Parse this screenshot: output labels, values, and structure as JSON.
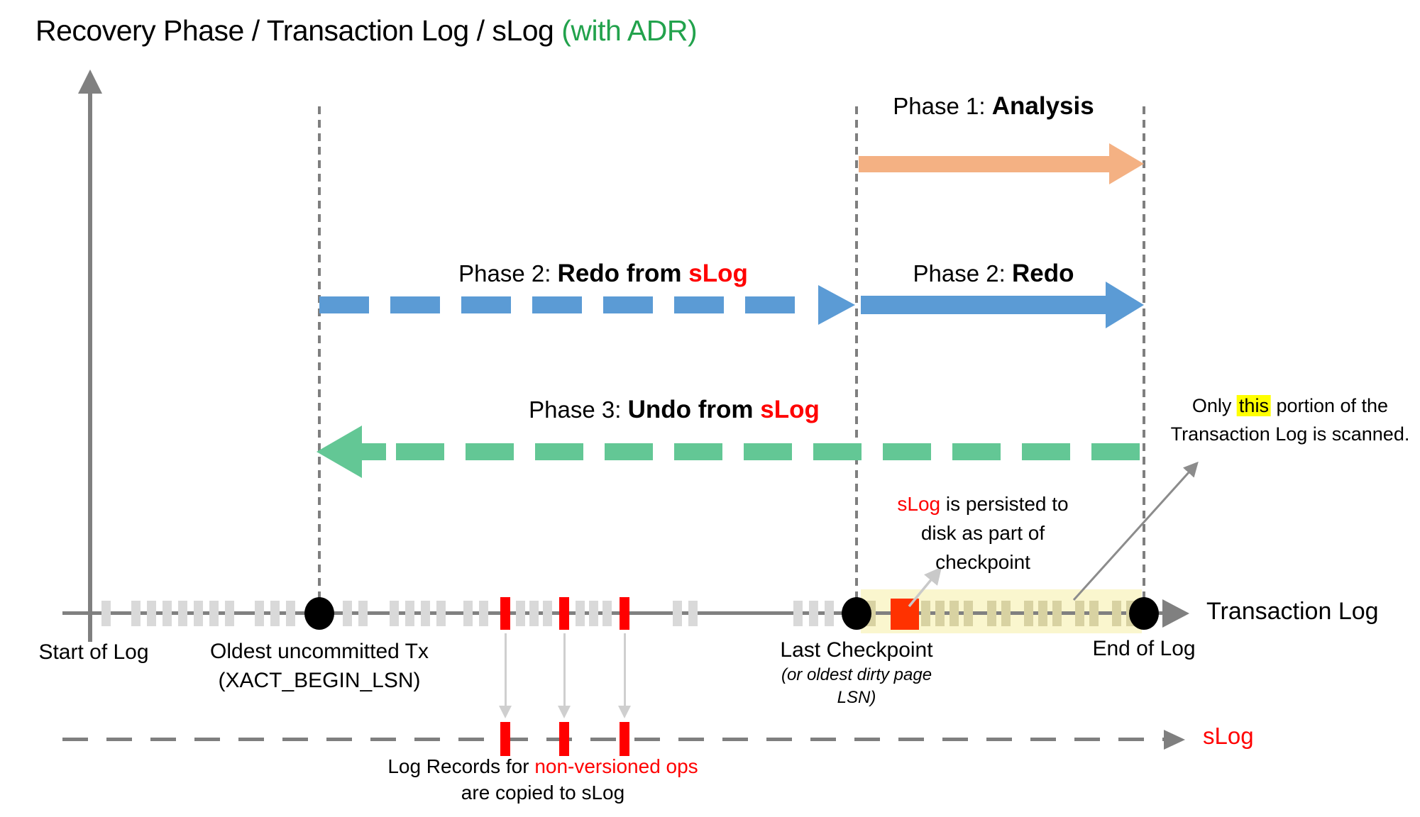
{
  "title": {
    "main": "Recovery Phase / Transaction Log / sLog ",
    "suffix": "(with ADR)"
  },
  "colors": {
    "titlegreen": "#22A24C",
    "red": "#FF0000",
    "orange": "#F4B183",
    "blue": "#5B9BD5",
    "green": "#63C795",
    "axisgray": "#808080",
    "dashgray": "#7F7F7F",
    "tickgray": "#D9D9D9",
    "tickolive": "#D8D2A2",
    "band": "#FAF6CE",
    "sq": "#FF3200",
    "hl": "#FFFF00",
    "lightarrow": "#CFCFCF"
  },
  "phases": {
    "phase1": {
      "prefix": "Phase 1: ",
      "bold": "Analysis"
    },
    "phase2_slog": {
      "prefix": "Phase 2: ",
      "bold": "Redo from ",
      "bold_red": "sLog"
    },
    "phase2": {
      "prefix": "Phase 2: ",
      "bold": "Redo"
    },
    "phase3": {
      "prefix": "Phase 3: ",
      "bold": "Undo from ",
      "bold_red": "sLog"
    }
  },
  "annotations": {
    "scan_note": {
      "pre": "Only ",
      "highlight": "this",
      "post": " portion of the",
      "line2": "Transaction Log is scanned."
    },
    "persist_note": {
      "red": "sLog",
      "line1_rest": " is persisted to",
      "line2": "disk as part of",
      "line3": "checkpoint"
    },
    "copy_note": {
      "line1_black": "Log Records for ",
      "line1_red": "non-versioned ops",
      "line2": "are copied to sLog"
    }
  },
  "transaction_log": {
    "axis_label": "Transaction Log",
    "start_label": "Start of Log",
    "oldest_label": "Oldest uncommitted Tx",
    "oldest_sub": "(XACT_BEGIN_LSN)",
    "checkpoint_label": "Last Checkpoint",
    "checkpoint_sub1": "(or oldest dirty page",
    "checkpoint_sub2": "LSN)",
    "end_label": "End of Log",
    "gray_ticks": [
      150,
      192,
      214,
      236,
      258,
      280,
      302,
      324,
      366,
      388,
      410,
      490,
      512,
      556,
      578,
      600,
      622,
      660,
      682,
      734,
      753,
      772,
      818,
      837,
      856,
      955,
      977,
      1125,
      1147,
      1169
    ],
    "band_ticks": [
      1228,
      1305,
      1325,
      1345,
      1365,
      1398,
      1418,
      1450,
      1470,
      1490,
      1522,
      1542,
      1574,
      1594
    ],
    "red_ticks": [
      712,
      795,
      880
    ]
  },
  "slog": {
    "label": "sLog",
    "red_ticks": [
      712,
      795,
      880
    ]
  }
}
